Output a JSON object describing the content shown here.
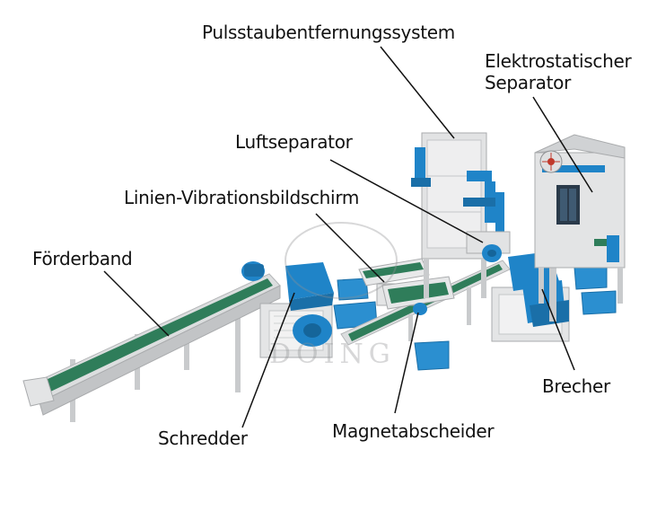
{
  "labels": {
    "pulse_dust": "Pulsstaubentfernungssystem",
    "electrostatic_line1": "Elektrostatischer",
    "electrostatic_line2": "Separator",
    "air_separator": "Luftseparator",
    "vibration_screen": "Linien-Vibrationsbildschirm",
    "conveyor": "Förderband",
    "crusher": "Brecher",
    "shredder": "Schredder",
    "magnetic_separator": "Magnetabscheider"
  },
  "watermark": "DOING",
  "colors": {
    "machine_blue": "#1f84c8",
    "frame_gray": "#d4d6d8",
    "belt_green": "#2f7d5a",
    "leader_line": "#111111",
    "text": "#111111"
  }
}
